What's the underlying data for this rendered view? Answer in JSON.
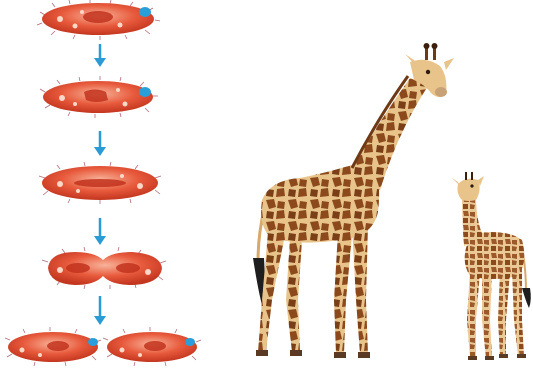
{
  "figure": {
    "left_panel": {
      "subject": "paramecium-binary-fission",
      "stages": [
        {
          "stage": 1,
          "state": "single-cell"
        },
        {
          "stage": 2,
          "state": "nucleus-dividing"
        },
        {
          "stage": 3,
          "state": "elongating"
        },
        {
          "stage": 4,
          "state": "pinching"
        },
        {
          "stage": 5,
          "state": "two-daughter-cells"
        }
      ],
      "arrow_count": 4
    },
    "right_panel": {
      "subject": "giraffe-adult-and-calf",
      "animals": [
        {
          "role": "adult",
          "species": "giraffe"
        },
        {
          "role": "calf",
          "species": "giraffe"
        }
      ]
    },
    "colors": {
      "cell_fill": "#e85a3c",
      "cell_highlight": "#f7b39a",
      "cell_dark": "#c3361f",
      "nucleus": "#c2321d",
      "vacuole": "#2a9ed8",
      "cilia": "#b06a78",
      "arrow": "#2b9bd6",
      "giraffe_base": "#e8c48b",
      "giraffe_spot": "#8c4a1c",
      "giraffe_tail": "#1e1e1e"
    }
  }
}
